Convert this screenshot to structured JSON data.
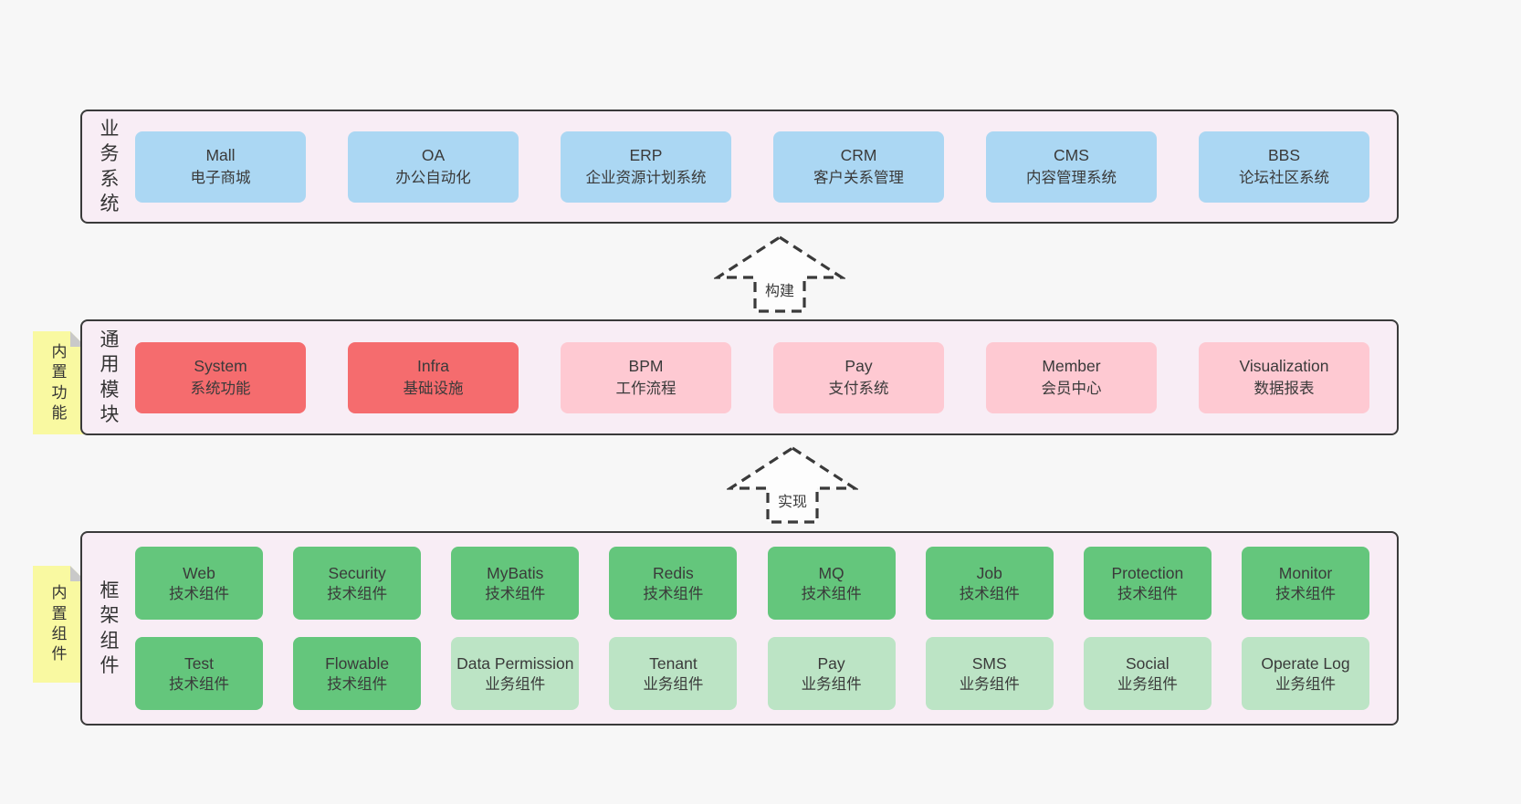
{
  "palette": {
    "page-bg": "#f7f7f7",
    "tier-bg": "#f8edf5",
    "tier-border": "#3a3a3a",
    "blue": "#abd7f3",
    "red": "#f56c6e",
    "pink": "#fec9d2",
    "green": "#64c67c",
    "green-light": "#bce4c5",
    "yellow": "#f9f9a1",
    "fold": "#c9c9c9",
    "text": "#3a3a3a"
  },
  "arrows": [
    {
      "label": "构建"
    },
    {
      "label": "实现"
    }
  ],
  "tiers": [
    {
      "label": "业务系统",
      "boxes": [
        {
          "title": "Mall",
          "subtitle": "电子商城",
          "variant": "blue"
        },
        {
          "title": "OA",
          "subtitle": "办公自动化",
          "variant": "blue"
        },
        {
          "title": "ERP",
          "subtitle": "企业资源计划系统",
          "variant": "blue"
        },
        {
          "title": "CRM",
          "subtitle": "客户关系管理",
          "variant": "blue"
        },
        {
          "title": "CMS",
          "subtitle": "内容管理系统",
          "variant": "blue"
        },
        {
          "title": "BBS",
          "subtitle": "论坛社区系统",
          "variant": "blue"
        }
      ]
    },
    {
      "label": "通用模块",
      "note": "内置功能",
      "boxes": [
        {
          "title": "System",
          "subtitle": "系统功能",
          "variant": "red"
        },
        {
          "title": "Infra",
          "subtitle": "基础设施",
          "variant": "red"
        },
        {
          "title": "BPM",
          "subtitle": "工作流程",
          "variant": "pink"
        },
        {
          "title": "Pay",
          "subtitle": "支付系统",
          "variant": "pink"
        },
        {
          "title": "Member",
          "subtitle": "会员中心",
          "variant": "pink"
        },
        {
          "title": "Visualization",
          "subtitle": "数据报表",
          "variant": "pink"
        }
      ]
    },
    {
      "label": "框架组件",
      "note": "内置组件",
      "rows": [
        [
          {
            "title": "Web",
            "subtitle": "技术组件",
            "variant": "green"
          },
          {
            "title": "Security",
            "subtitle": "技术组件",
            "variant": "green"
          },
          {
            "title": "MyBatis",
            "subtitle": "技术组件",
            "variant": "green"
          },
          {
            "title": "Redis",
            "subtitle": "技术组件",
            "variant": "green"
          },
          {
            "title": "MQ",
            "subtitle": "技术组件",
            "variant": "green"
          },
          {
            "title": "Job",
            "subtitle": "技术组件",
            "variant": "green"
          },
          {
            "title": "Protection",
            "subtitle": "技术组件",
            "variant": "green"
          },
          {
            "title": "Monitor",
            "subtitle": "技术组件",
            "variant": "green"
          }
        ],
        [
          {
            "title": "Test",
            "subtitle": "技术组件",
            "variant": "green"
          },
          {
            "title": "Flowable",
            "subtitle": "技术组件",
            "variant": "green"
          },
          {
            "title": "Data Permission",
            "subtitle": "业务组件",
            "variant": "green-light"
          },
          {
            "title": "Tenant",
            "subtitle": "业务组件",
            "variant": "green-light"
          },
          {
            "title": "Pay",
            "subtitle": "业务组件",
            "variant": "green-light"
          },
          {
            "title": "SMS",
            "subtitle": "业务组件",
            "variant": "green-light"
          },
          {
            "title": "Social",
            "subtitle": "业务组件",
            "variant": "green-light"
          },
          {
            "title": "Operate Log",
            "subtitle": "业务组件",
            "variant": "green-light"
          }
        ]
      ]
    }
  ]
}
